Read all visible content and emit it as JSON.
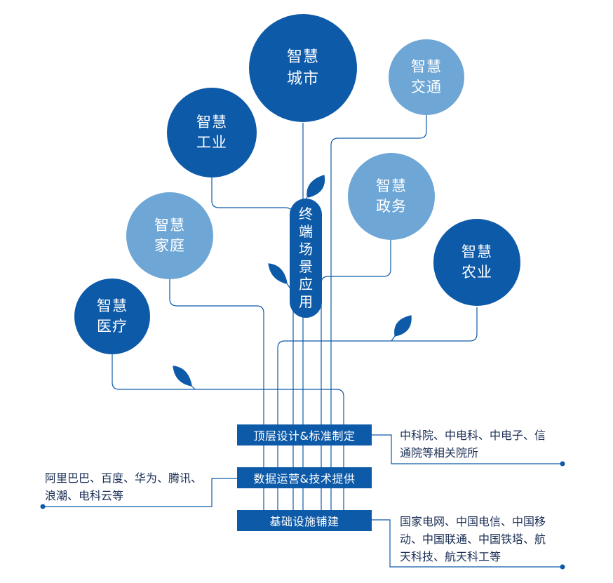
{
  "circles": {
    "smart_city": [
      "智慧",
      "城市"
    ],
    "smart_transport": [
      "智慧",
      "交通"
    ],
    "smart_industry": [
      "智慧",
      "工业"
    ],
    "smart_government": [
      "智慧",
      "政务"
    ],
    "smart_home": [
      "智慧",
      "家庭"
    ],
    "smart_agriculture": [
      "智慧",
      "农业"
    ],
    "smart_medical": [
      "智慧",
      "医疗"
    ]
  },
  "trunk_label": [
    "终",
    "端",
    "场",
    "景",
    "应",
    "用"
  ],
  "bars": {
    "top_design": "顶层设计&标准制定",
    "data_ops": "数据运营&技术提供",
    "infrastructure": "基础设施铺建"
  },
  "notes": {
    "research_institutes": [
      "中科院、中电科、中电子、信",
      "通院等相关院所"
    ],
    "tech_companies": [
      "阿里巴巴、百度、华为、腾讯、",
      "浪潮、电科云等"
    ],
    "operators": [
      "国家电网、中国电信、中国移",
      "动、中国联通、中国铁塔、航",
      "天科技、航天科工等"
    ]
  },
  "colors": {
    "dark": "#0d5aa8",
    "light": "#6ea6d6",
    "text": "#1a2e55"
  }
}
